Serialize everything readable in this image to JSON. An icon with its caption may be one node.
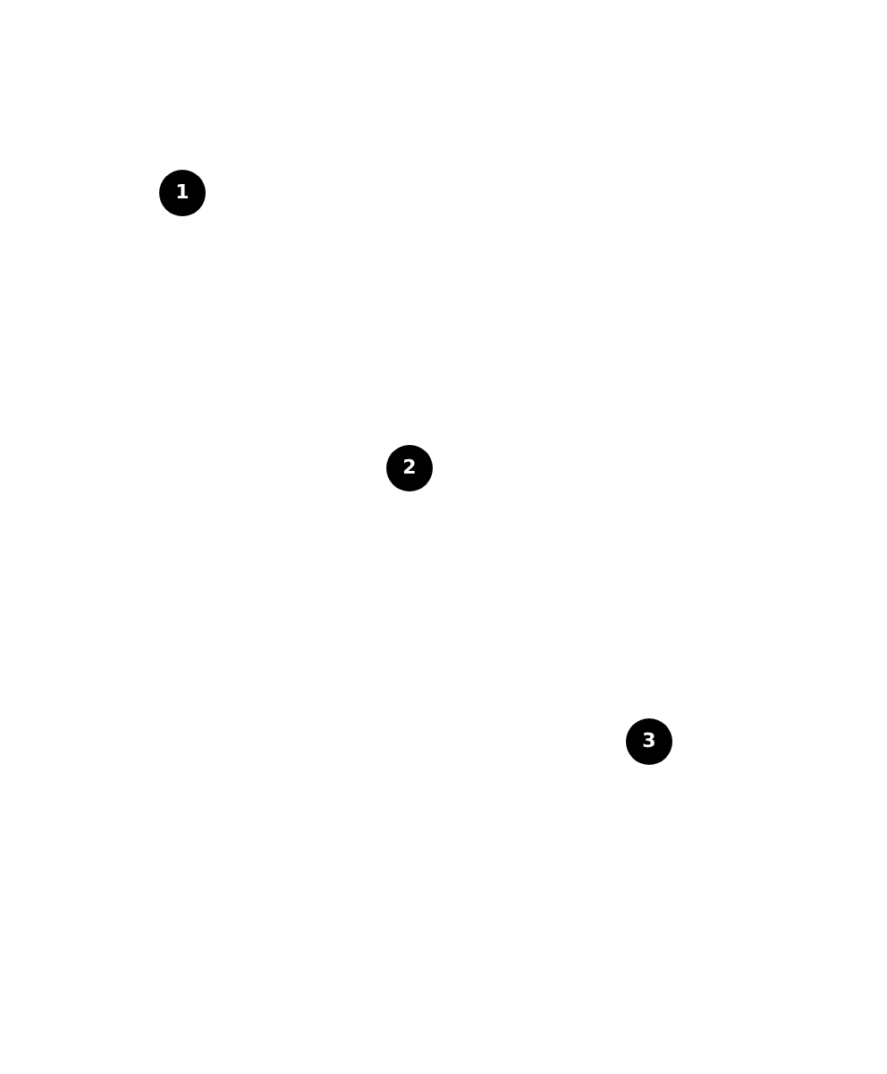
{
  "diagram": {
    "labels": [
      "1",
      "2",
      "3"
    ]
  }
}
